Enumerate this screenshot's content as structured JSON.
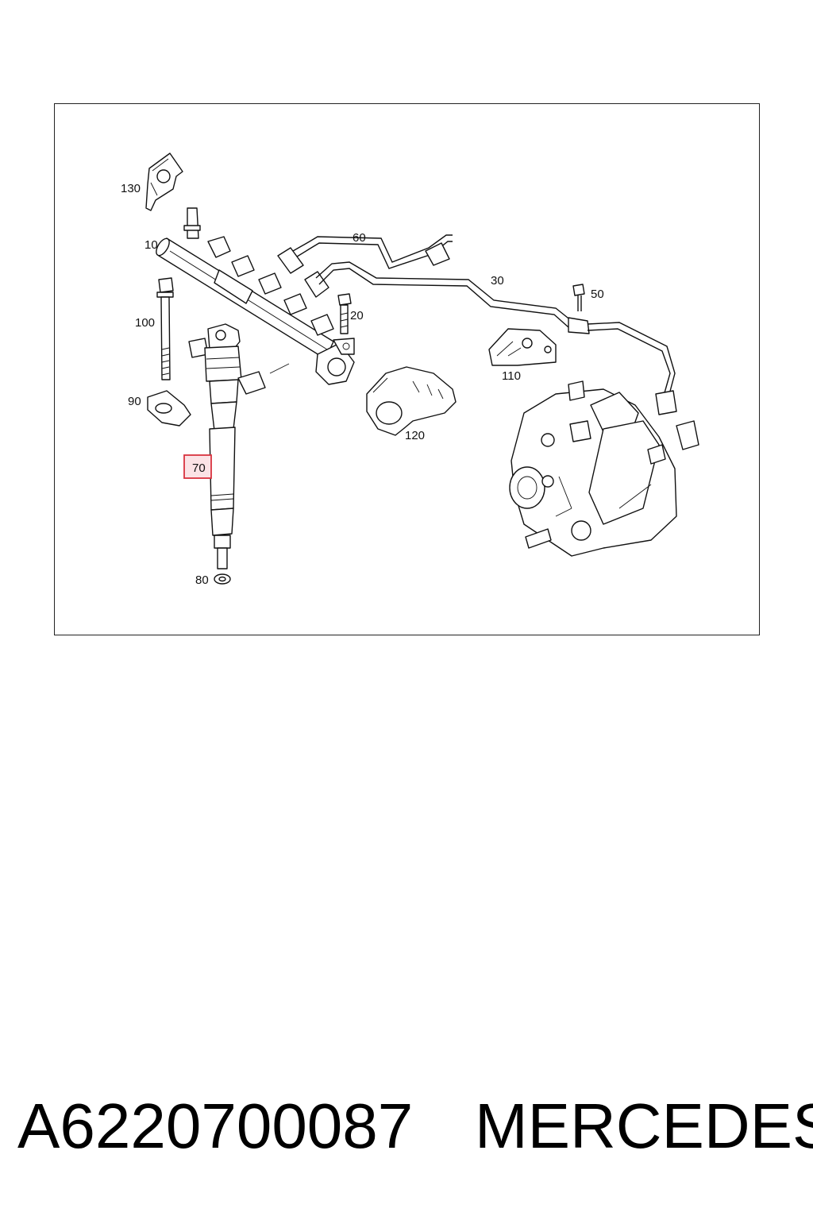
{
  "diagram": {
    "highlight_color": "#d9333f",
    "highlight_fill": "#fbe3e6",
    "highlighted_callout": "70",
    "callouts": {
      "c10": "10",
      "c20": "20",
      "c30": "30",
      "c50": "50",
      "c60": "60",
      "c70": "70",
      "c80": "80",
      "c90": "90",
      "c100": "100",
      "c110": "110",
      "c120": "120",
      "c130": "130"
    }
  },
  "footer": {
    "part_number": "A6220700087",
    "brand": "MERCEDES"
  }
}
